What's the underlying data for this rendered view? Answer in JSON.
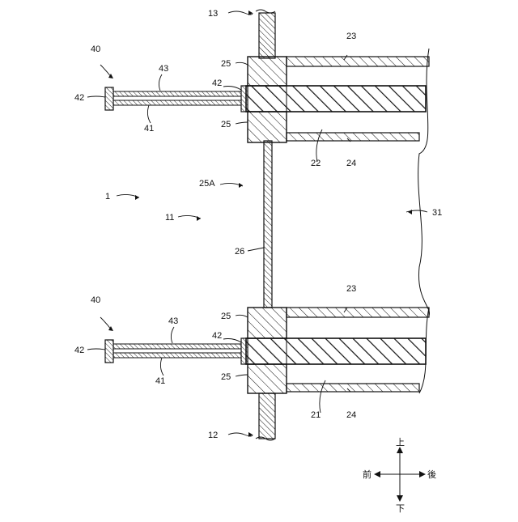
{
  "figure": {
    "labels": {
      "wall_top": "13",
      "wall_bottom": "12",
      "frame_block": "25",
      "frame_block_A": "25A",
      "wall_plate": "26",
      "building": "1",
      "room": "11",
      "exterior": "31",
      "upper_panel_top": "23",
      "upper_panel_bottom": "24",
      "upper_core": "22",
      "lower_panel_top": "23",
      "lower_panel_bottom": "24",
      "lower_core": "21",
      "anchor_assembly": "40",
      "anchor_plate": "42",
      "anchor_rod_upper": "43",
      "anchor_rod_lower": "41"
    },
    "compass": {
      "up": "上",
      "down": "下",
      "front": "前",
      "back": "後"
    }
  }
}
